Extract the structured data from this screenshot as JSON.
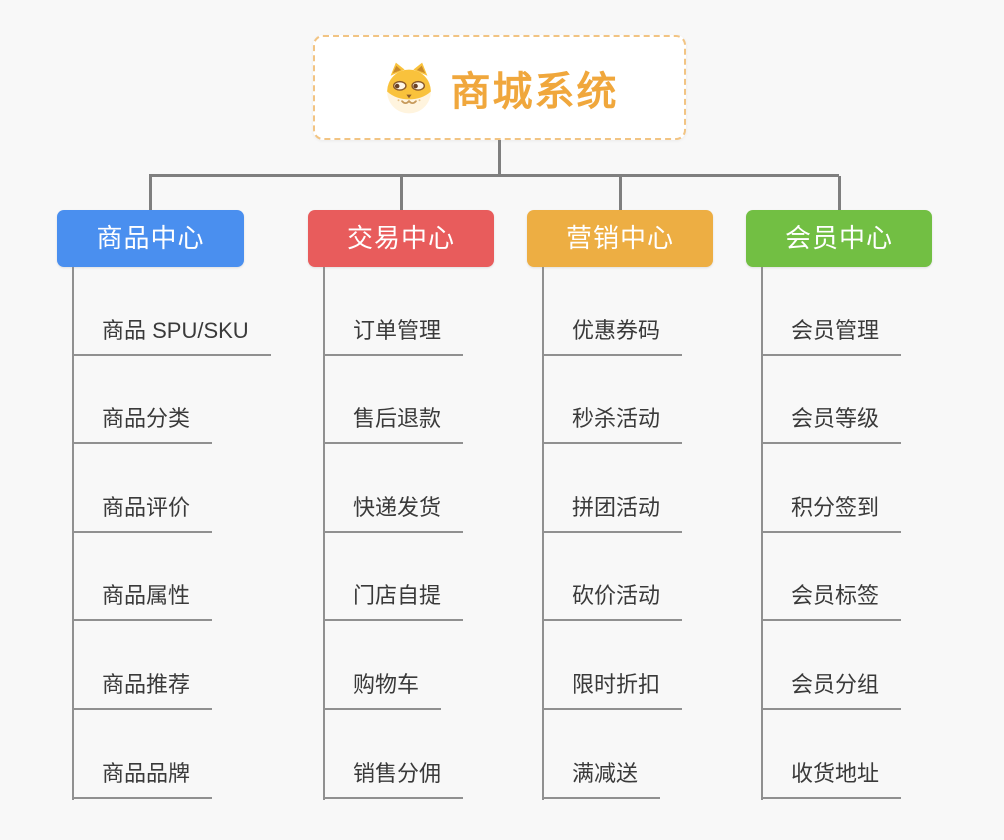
{
  "canvas": {
    "background": "#f8f8f8",
    "connector_color": "#7f7f7f",
    "leaf_line_color": "#909090",
    "leaf_text_color": "#3a3a3a"
  },
  "root": {
    "title": "商城系统",
    "icon": "dog-face-icon",
    "text_color": "#f0a73c",
    "border_color": "#f2c483",
    "background": "#ffffff"
  },
  "branches": [
    {
      "label": "商品中心",
      "color": "#4a8fef",
      "text_color": "#ffffff",
      "children": [
        "商品 SPU/SKU",
        "商品分类",
        "商品评价",
        "商品属性",
        "商品推荐",
        "商品品牌"
      ]
    },
    {
      "label": "交易中心",
      "color": "#e85c5c",
      "text_color": "#ffffff",
      "children": [
        "订单管理",
        "售后退款",
        "快递发货",
        "门店自提",
        "购物车",
        "销售分佣"
      ]
    },
    {
      "label": "营销中心",
      "color": "#edae43",
      "text_color": "#ffffff",
      "children": [
        "优惠券码",
        "秒杀活动",
        "拼团活动",
        "砍价活动",
        "限时折扣",
        "满减送"
      ]
    },
    {
      "label": "会员中心",
      "color": "#72bf43",
      "text_color": "#ffffff",
      "children": [
        "会员管理",
        "会员等级",
        "积分签到",
        "会员标签",
        "会员分组",
        "收货地址"
      ]
    }
  ]
}
